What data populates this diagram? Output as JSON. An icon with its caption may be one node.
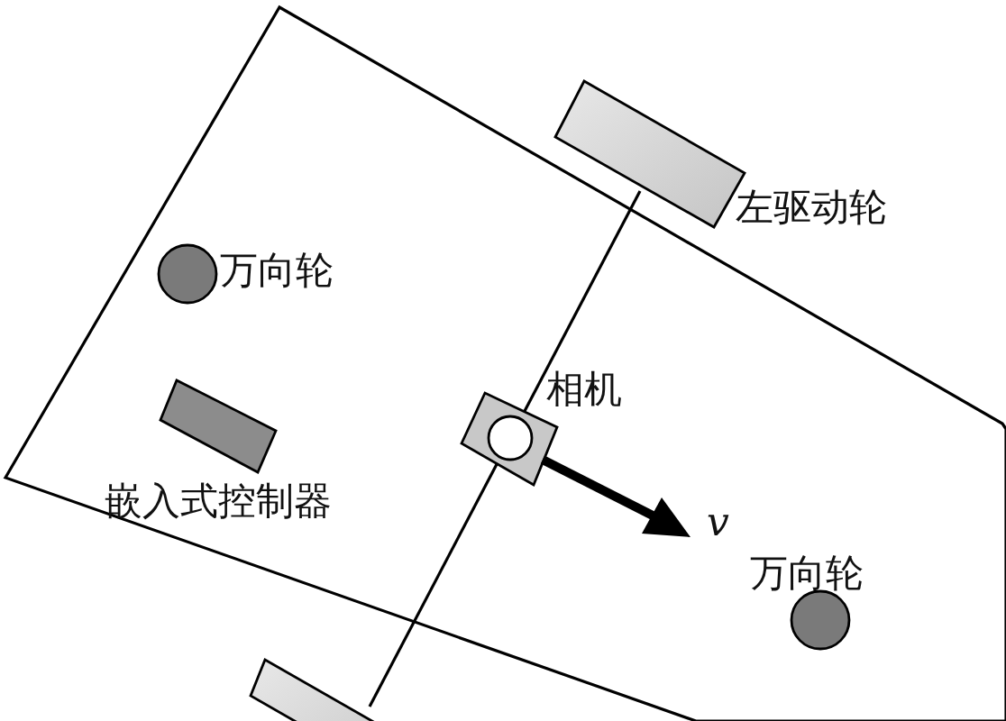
{
  "diagram": {
    "labels": [
      "左驱动轮",
      "万向轮",
      "相机",
      "嵌入式控制器",
      "v",
      "万向轮"
    ]
  }
}
